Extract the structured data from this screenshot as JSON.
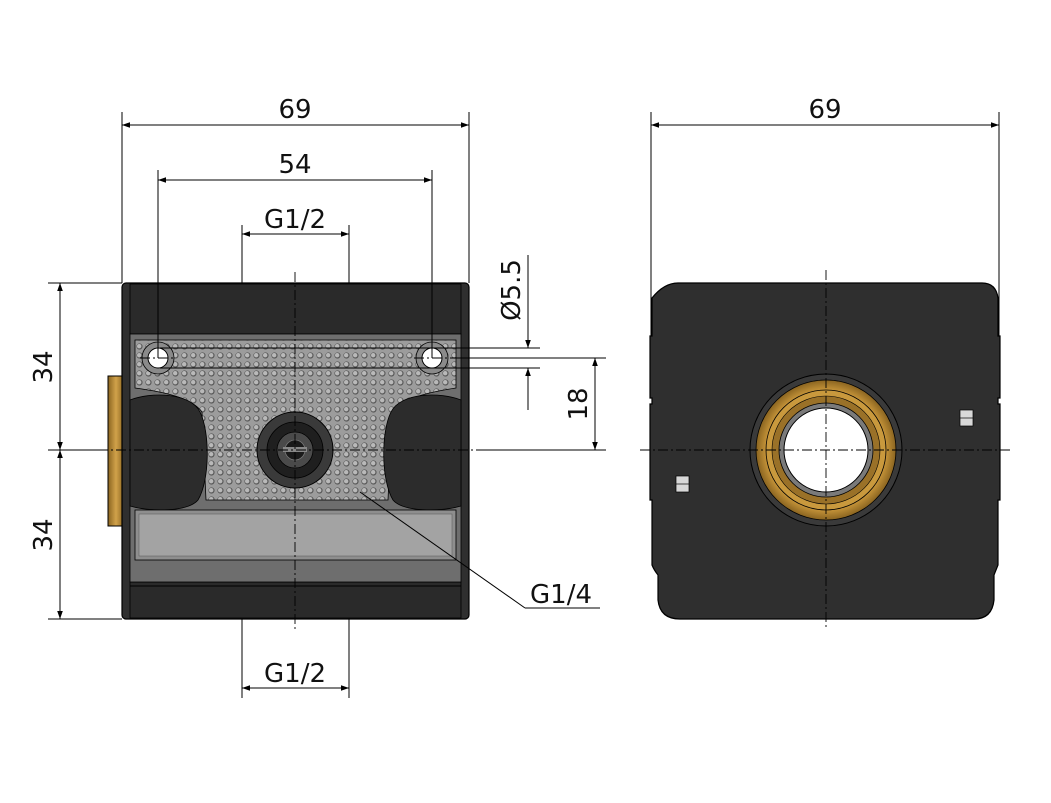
{
  "front_view": {
    "width_total": "69",
    "hole_spacing": "54",
    "top_port": "G1/2",
    "bottom_port": "G1/2",
    "hole_diameter": "Ø5.5",
    "hole_offset": "18",
    "height_upper": "34",
    "height_lower": "34",
    "gauge_port": "G1/4"
  },
  "side_view": {
    "width_total": "69"
  },
  "colors": {
    "body_dark": "#2e2e2e",
    "body_mid": "#6d6d6d",
    "plate_grey": "#a7a7a7",
    "brass": "#b8862b",
    "bore_white": "#ffffff"
  }
}
